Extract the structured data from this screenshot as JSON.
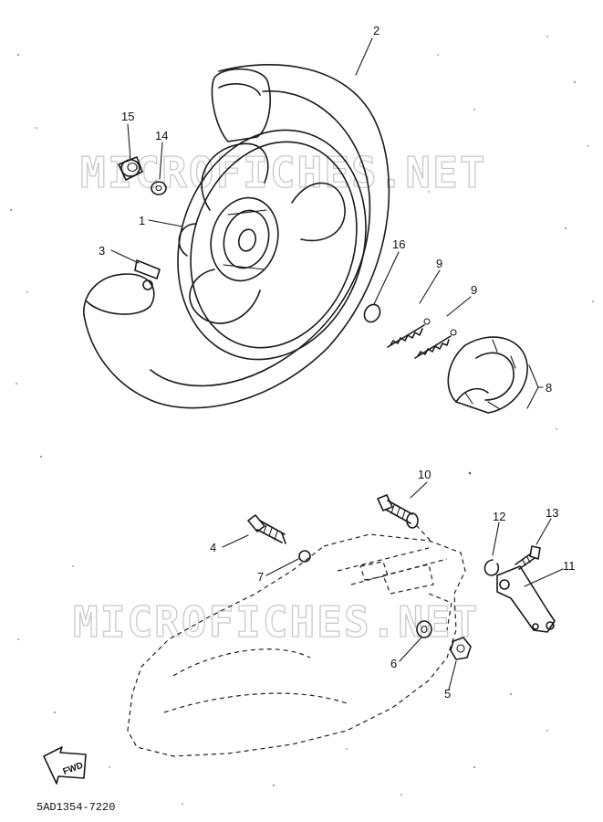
{
  "watermark": {
    "top": "MICROFICHES.NET",
    "bottom": "MICROFICHES.NET"
  },
  "callouts": [
    {
      "id": "1",
      "label": "1"
    },
    {
      "id": "2",
      "label": "2"
    },
    {
      "id": "3",
      "label": "3"
    },
    {
      "id": "4",
      "label": "4"
    },
    {
      "id": "5",
      "label": "5"
    },
    {
      "id": "6",
      "label": "6"
    },
    {
      "id": "7",
      "label": "7"
    },
    {
      "id": "8",
      "label": "8"
    },
    {
      "id": "9a",
      "label": "9"
    },
    {
      "id": "9b",
      "label": "9"
    },
    {
      "id": "10",
      "label": "10"
    },
    {
      "id": "11",
      "label": "11"
    },
    {
      "id": "12",
      "label": "12"
    },
    {
      "id": "13",
      "label": "13"
    },
    {
      "id": "14",
      "label": "14"
    },
    {
      "id": "15",
      "label": "15"
    },
    {
      "id": "16",
      "label": "16"
    }
  ],
  "fwd_label": "FWD",
  "figure_code": "5AD1354-7220"
}
